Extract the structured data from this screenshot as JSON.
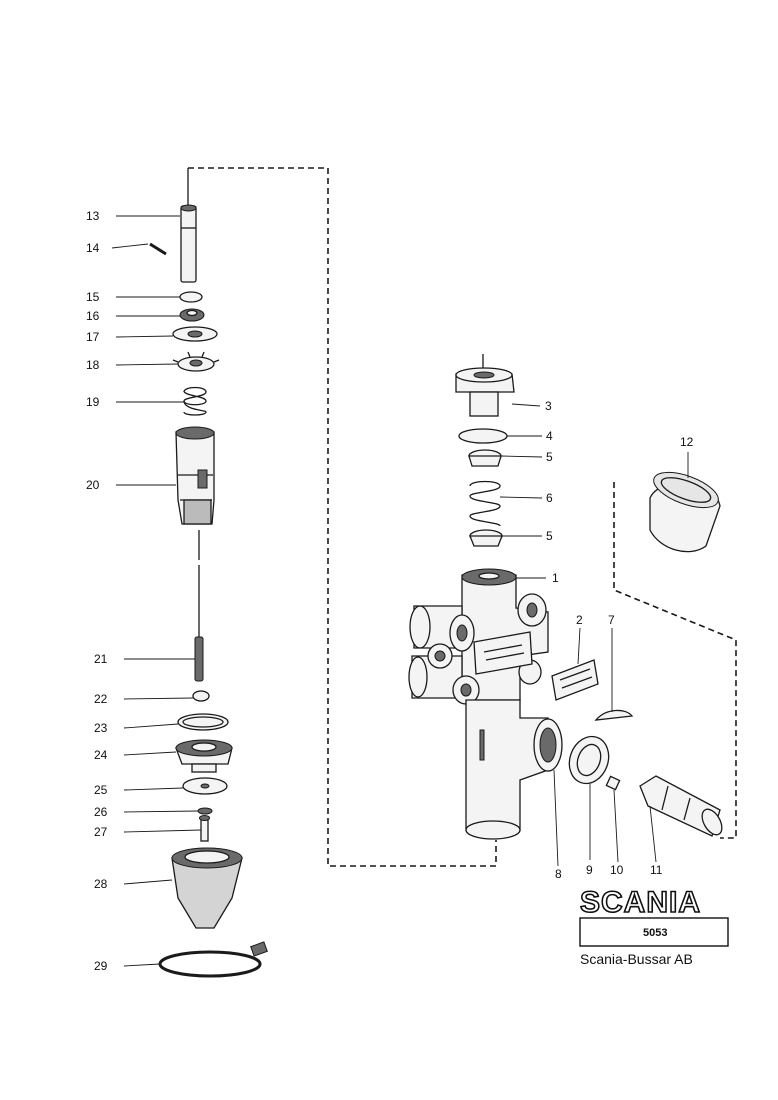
{
  "callouts": [
    "1",
    "2",
    "3",
    "4",
    "5",
    "5",
    "6",
    "7",
    "8",
    "9",
    "10",
    "11",
    "12",
    "13",
    "14",
    "15",
    "16",
    "17",
    "18",
    "19",
    "20",
    "21",
    "22",
    "23",
    "24",
    "25",
    "26",
    "27",
    "28",
    "29"
  ],
  "title_block": {
    "logo": "SCANIA",
    "drawing_number": "5053",
    "company": "Scania-Bussar AB"
  }
}
